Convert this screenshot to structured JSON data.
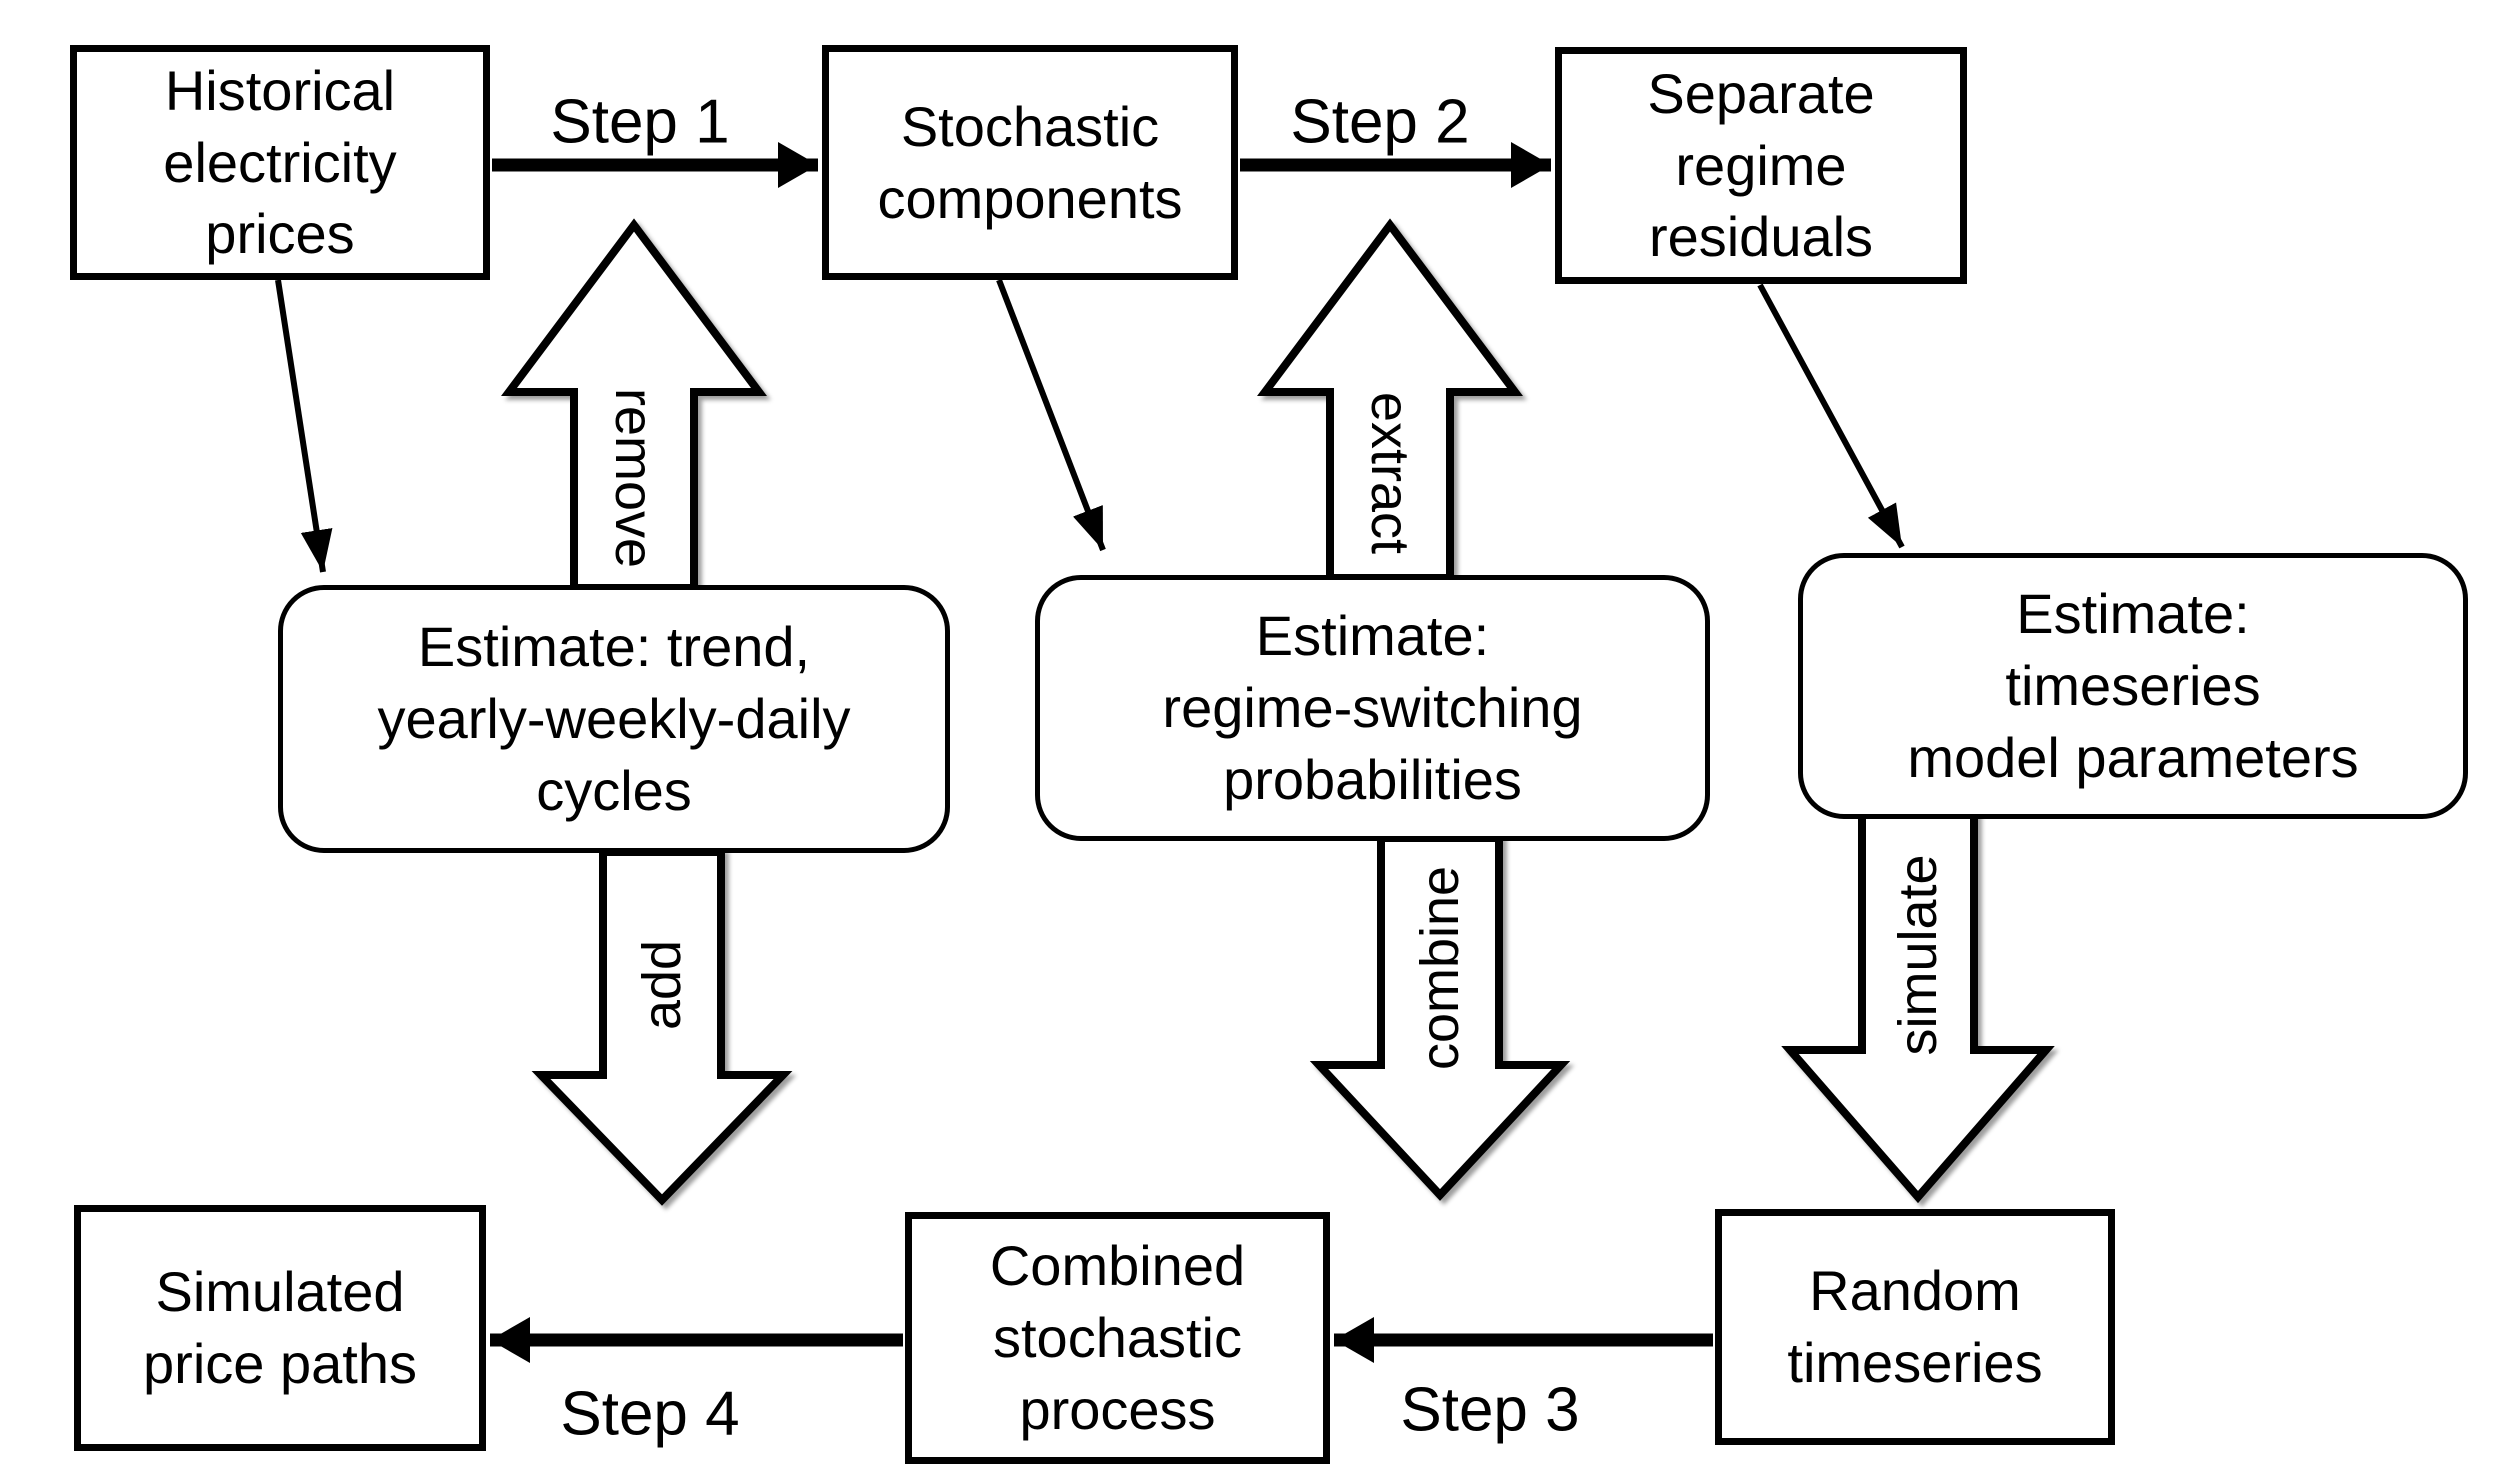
{
  "diagram": {
    "background": "#ffffff",
    "ink_color": "#000000",
    "shadow_color": "#9e9e9e",
    "nodes": {
      "historical": {
        "label": "Historical\nelectricity\nprices"
      },
      "stochastic": {
        "label": "Stochastic\ncomponents"
      },
      "separate": {
        "label": "Separate\nregime\nresiduals"
      },
      "estimate_cycles": {
        "label": "Estimate: trend,\nyearly-weekly-daily\ncycles"
      },
      "estimate_regime": {
        "label": "Estimate:\nregime-switching\nprobabilities"
      },
      "estimate_timeseries": {
        "label": "Estimate:\ntimeseries\nmodel parameters"
      },
      "simulated": {
        "label": "Simulated\nprice paths"
      },
      "combined": {
        "label": "Combined\nstochastic\nprocess"
      },
      "random": {
        "label": "Random\ntimeseries"
      }
    },
    "steps": {
      "step1": "Step 1",
      "step2": "Step 2",
      "step3": "Step 3",
      "step4": "Step 4"
    },
    "actions": {
      "remove": "remove",
      "extract": "extract",
      "add": "add",
      "combine": "combine",
      "simulate": "simulate"
    }
  }
}
